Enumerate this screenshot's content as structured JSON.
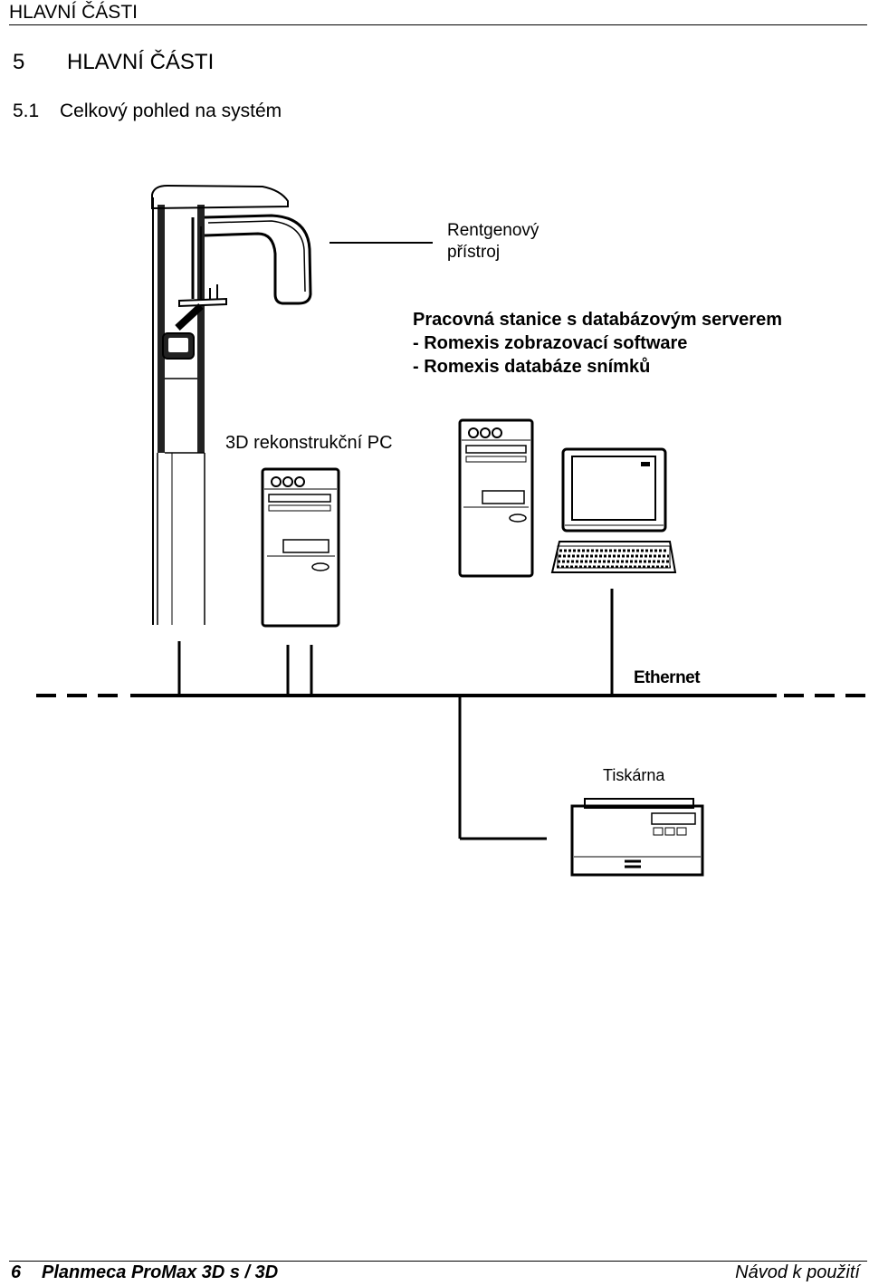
{
  "header": {
    "running_title": "HLAVNÍ ČÁSTI"
  },
  "section": {
    "number": "5",
    "title": "HLAVNÍ ČÁSTI"
  },
  "subsection": {
    "number": "5.1",
    "title": "Celkový pohled na systém"
  },
  "diagram": {
    "xray_label_line1": "Rentgenový",
    "xray_label_line2": "přístroj",
    "workstation_line1": "Pracovná stanice s databázovým serverem",
    "workstation_line2": "- Romexis zobrazovací software",
    "workstation_line3": "- Romexis databáze snímků",
    "recon_pc_label": "3D rekonstrukční PC",
    "network_label": "Ethernet",
    "printer_label": "Tiskárna"
  },
  "footer": {
    "page_number": "6",
    "product": "Planmeca ProMax 3D s / 3D",
    "doc_title": "Návod k použití"
  }
}
